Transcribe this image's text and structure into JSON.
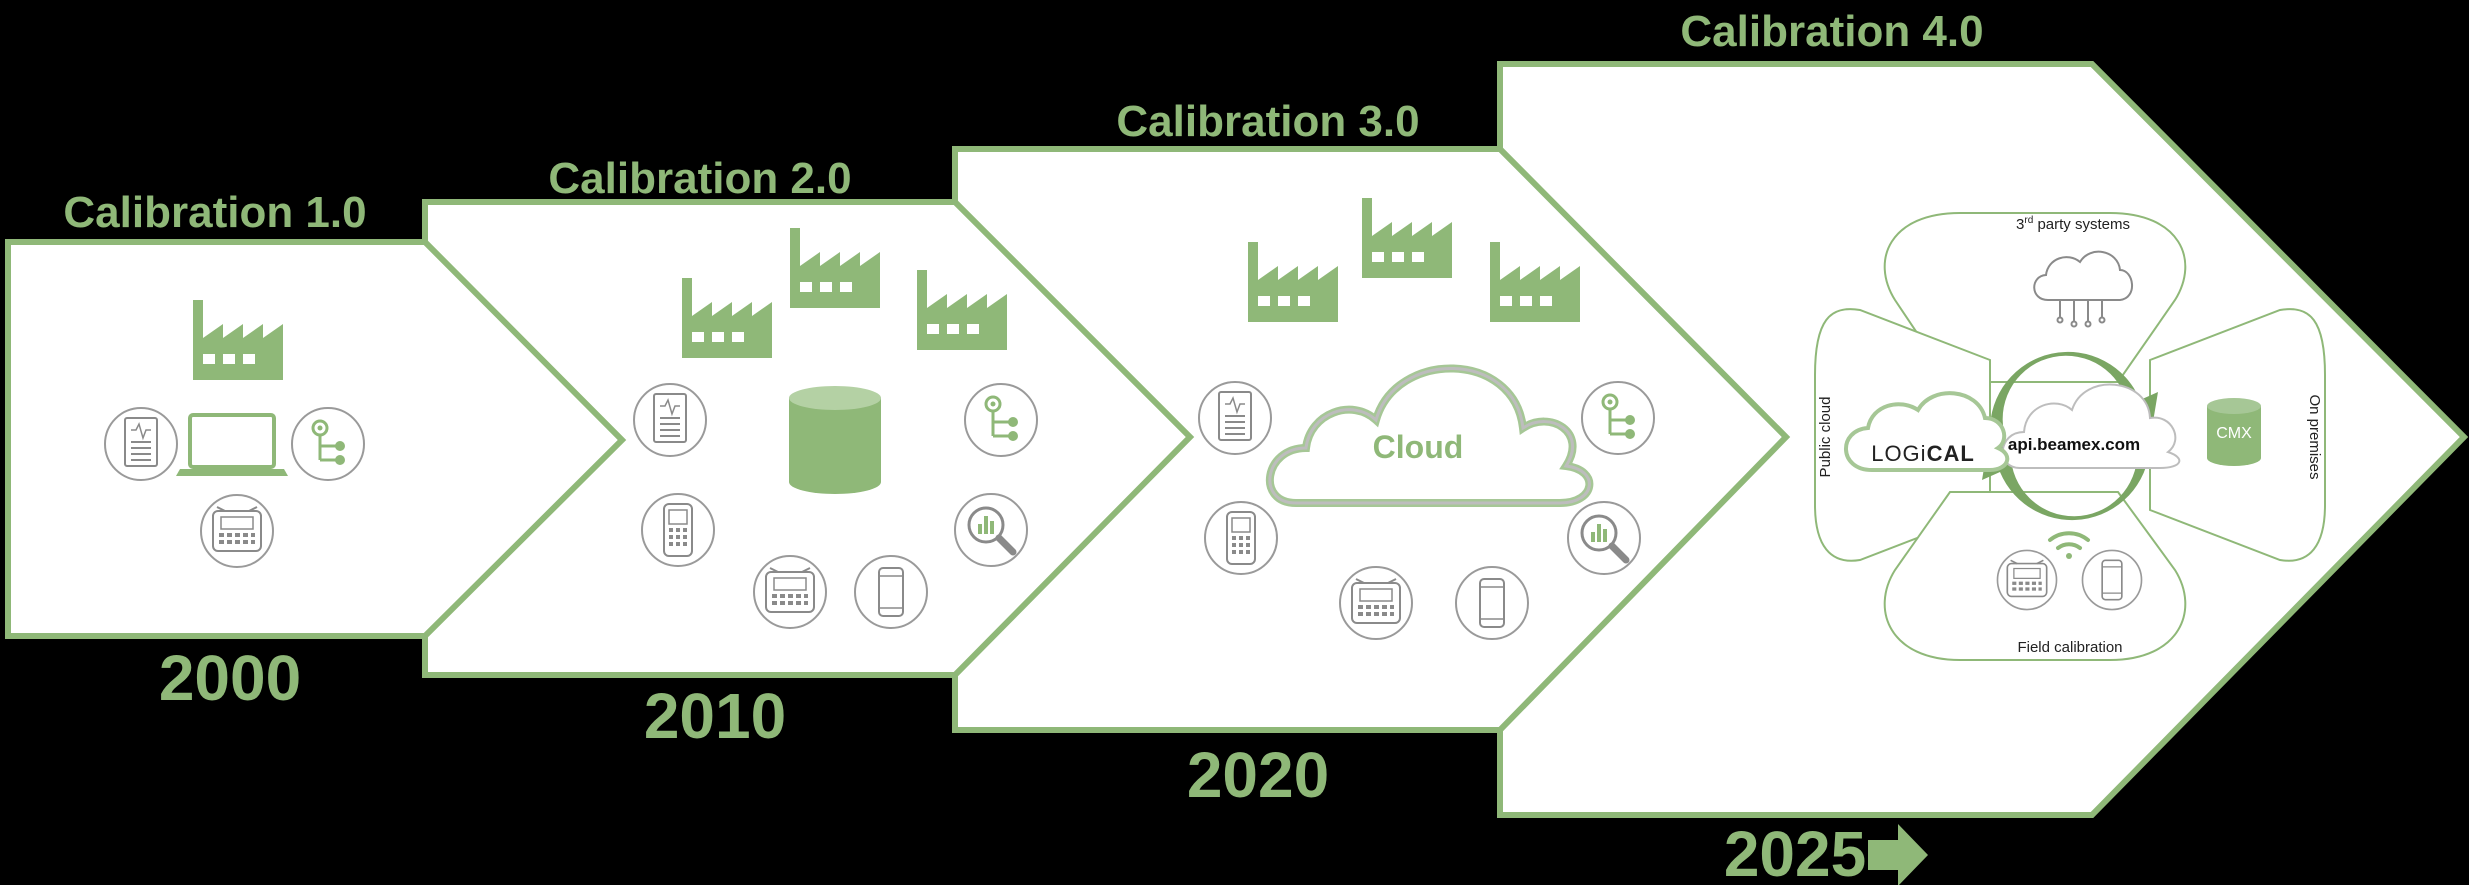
{
  "stages": [
    {
      "title": "Calibration 1.0",
      "year": "2000"
    },
    {
      "title": "Calibration 2.0",
      "year": "2010"
    },
    {
      "title": "Calibration 3.0",
      "year": "2020"
    },
    {
      "title": "Calibration 4.0",
      "year": "2025"
    }
  ],
  "stage3": {
    "cloud_label": "Cloud"
  },
  "stage4": {
    "api_label": "api.beamex.com",
    "logical_prefix": "LOGi",
    "logical_suffix": "CAL",
    "cmx_label": "CMX",
    "third_party_prefix": "3",
    "third_party_sup": "rd",
    "third_party_suffix": " party systems",
    "public_cloud": "Public cloud",
    "on_premises": "On premises",
    "field_calibration": "Field calibration"
  },
  "colors": {
    "accent": "#8fb878",
    "icon_gray": "#9a9a9a",
    "background": "#000000",
    "panel": "#ffffff"
  },
  "icons": [
    "factory-icon",
    "laptop-icon",
    "document-icon",
    "flowchart-icon",
    "calibrator-icon",
    "handheld-icon",
    "phone-icon",
    "analytics-icon",
    "database-icon",
    "cloud-icon",
    "iot-cloud-icon",
    "wifi-icon",
    "cycle-arrows-icon",
    "arrow-right-icon"
  ]
}
